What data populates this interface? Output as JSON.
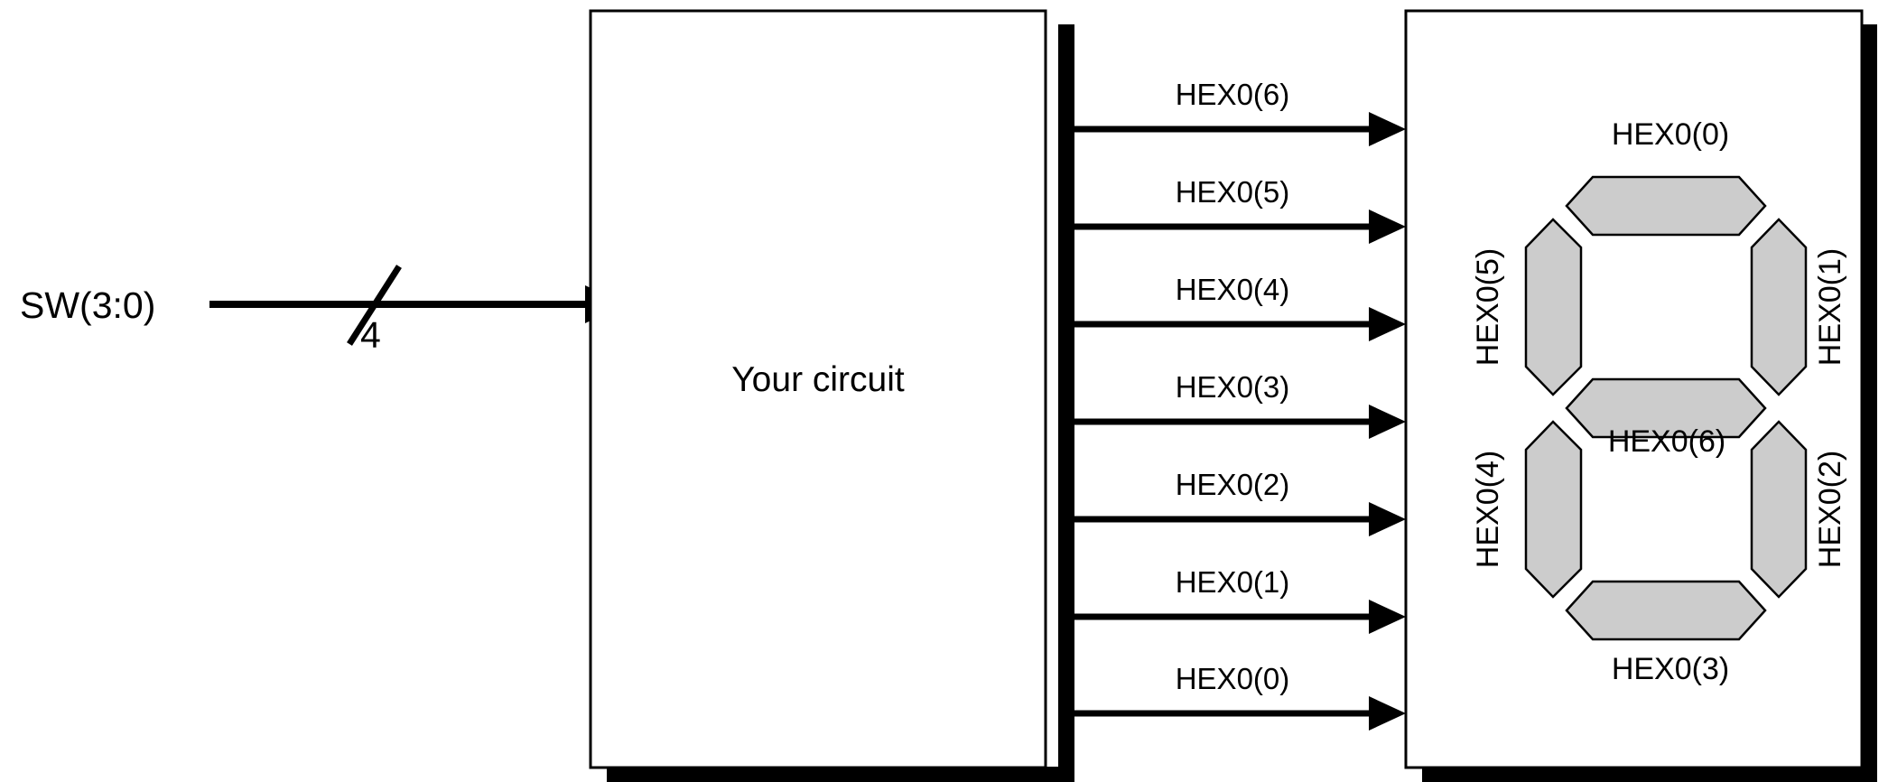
{
  "diagram": {
    "title": "Seven-segment display driver block diagram",
    "colors": {
      "background": "#ffffff",
      "line": "#000000",
      "segment_fill": "#cccccc",
      "shadow": "#000000"
    },
    "input": {
      "label": "SW(3:0)",
      "bus_width_label": "4",
      "bus_slash_icon": "bus-slash"
    },
    "circuit_block": {
      "label": "Your circuit"
    },
    "signals": [
      {
        "name": "HEX0(6)"
      },
      {
        "name": "HEX0(5)"
      },
      {
        "name": "HEX0(4)"
      },
      {
        "name": "HEX0(3)"
      },
      {
        "name": "HEX0(2)"
      },
      {
        "name": "HEX0(1)"
      },
      {
        "name": "HEX0(0)"
      }
    ],
    "display_block": {
      "name": "seven-segment-display",
      "segments": [
        {
          "id": "top",
          "label": "HEX0(0)",
          "orientation": "horizontal",
          "label_position": "above"
        },
        {
          "id": "top-right",
          "label": "HEX0(1)",
          "orientation": "vertical",
          "label_position": "right"
        },
        {
          "id": "bottom-right",
          "label": "HEX0(2)",
          "orientation": "vertical",
          "label_position": "right"
        },
        {
          "id": "bottom",
          "label": "HEX0(3)",
          "orientation": "horizontal",
          "label_position": "below"
        },
        {
          "id": "bottom-left",
          "label": "HEX0(4)",
          "orientation": "vertical",
          "label_position": "left"
        },
        {
          "id": "top-left",
          "label": "HEX0(5)",
          "orientation": "vertical",
          "label_position": "left"
        },
        {
          "id": "middle",
          "label": "HEX0(6)",
          "orientation": "horizontal",
          "label_position": "below"
        }
      ]
    }
  }
}
